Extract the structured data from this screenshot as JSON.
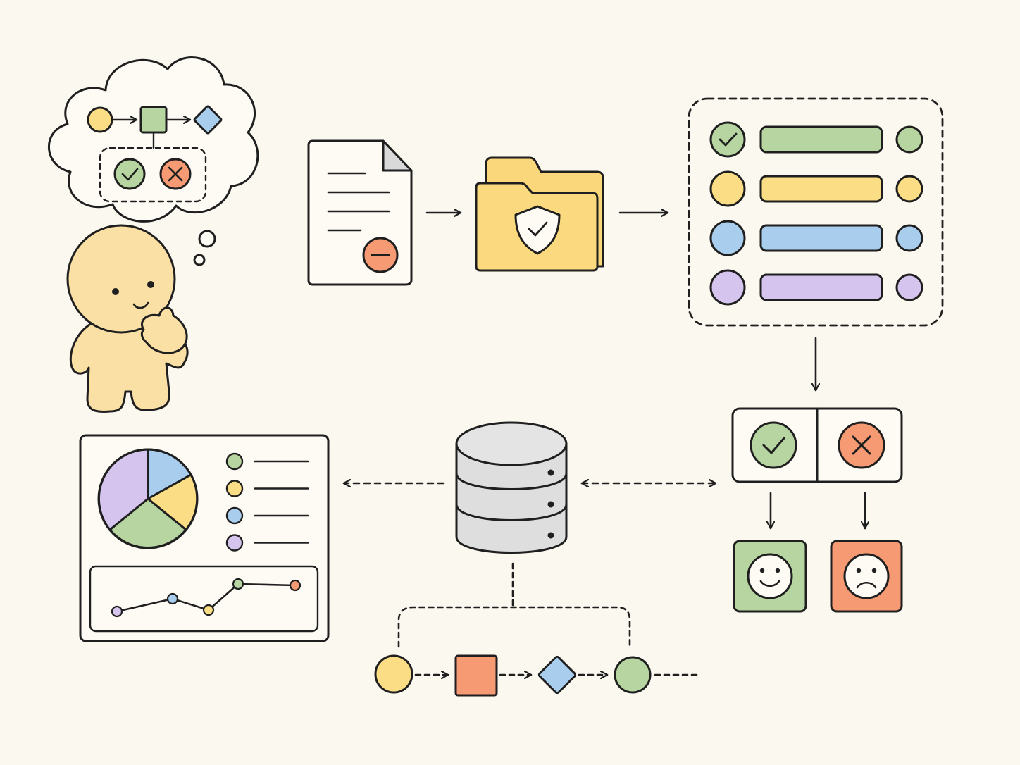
{
  "colors": {
    "background": "#fbf8ef",
    "outline": "#1f1f1f",
    "green": "#b7d5a0",
    "yellow": "#fbdd86",
    "blue": "#a9cdec",
    "purple": "#d4c4ee",
    "orange": "#f59a73",
    "folder": "#fad77a",
    "character": "#fbe0a6",
    "database": "#dededf"
  },
  "icons": {
    "character": "thinking-person-icon",
    "thought": "thought-bubble-icon",
    "document": "document-minus-icon",
    "folder": "shield-folder-icon",
    "checklist": "checklist-panel-icon",
    "decision": "check-cross-decision-icon",
    "happy": "happy-face-icon",
    "sad": "sad-face-icon",
    "database": "database-icon",
    "dashboard": "dashboard-chart-icon",
    "workflow": "workflow-shapes-icon"
  },
  "checklist_rows": [
    "green",
    "yellow",
    "blue",
    "purple"
  ],
  "legend_rows": [
    "green",
    "yellow",
    "blue",
    "purple"
  ]
}
